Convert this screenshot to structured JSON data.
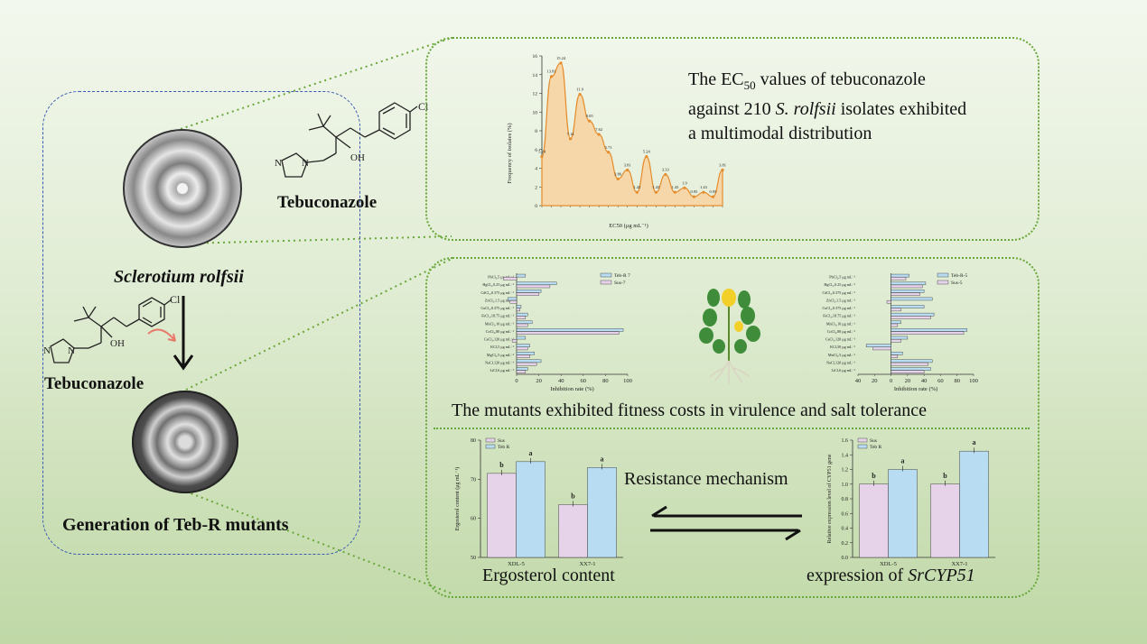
{
  "left": {
    "species": "Sclerotium rolfsii",
    "compound_top": "Tebuconazole",
    "compound_bottom": "Tebuconazole",
    "generation": "Generation of Teb-R mutants",
    "chem_oh": "OH",
    "chem_cl": "Cl",
    "chem_n": "N"
  },
  "panel1": {
    "text_pre": "The EC",
    "text_sub": "50",
    "text_mid": " values of tebuconazole",
    "text_line2_pre": "against 210 ",
    "text_line2_it": "S. rolfsii",
    "text_line2_post": " isolates exhibited",
    "text_line3": "a multimodal distribution",
    "ylabel": "Frequency of isolates (%)",
    "xlabel": "EC50 (μg mL⁻¹)"
  },
  "panel2": {
    "caption": "The mutants exhibited fitness costs in virulence and salt tolerance",
    "left_legend": [
      "Teb-R 7",
      "Sus-7"
    ],
    "right_legend": [
      "Teb-R-5",
      "Sus-5"
    ],
    "xlabel": "Inhibition rate (%)"
  },
  "panel3": {
    "mechanism": "Resistance mechanism",
    "ergo_caption": "Ergosterol content",
    "expr_caption_pre": "expression of ",
    "expr_caption_it": "SrCYP51"
  },
  "chart_data": [
    {
      "type": "area",
      "title": "",
      "xlabel": "EC50 (μg mL⁻¹)",
      "ylabel": "Frequency of isolates (%)",
      "ylim": [
        0,
        16
      ],
      "yticks": [
        0,
        2,
        4,
        6,
        8,
        10,
        12,
        14,
        16
      ],
      "values": [
        5.24,
        13.81,
        15.24,
        7.14,
        11.9,
        9.05,
        7.62,
        5.71,
        2.86,
        3.81,
        1.43,
        5.24,
        1.43,
        3.33,
        1.43,
        1.9,
        0.95,
        1.43,
        0.95,
        3.81
      ],
      "point_labels": [
        "5.24",
        "13.81",
        "15.24",
        "7.14",
        "11.9",
        "9.05",
        "7.62",
        "5.71",
        "2.86",
        "3.81",
        "1.43",
        "5.24",
        "1.43",
        "3.33",
        "1.43",
        "1.9",
        "0.95",
        "1.43",
        "0.95",
        "3.81"
      ],
      "fill": "#f6d7a9",
      "line": "#e58c2c"
    },
    {
      "type": "bar",
      "orientation": "horizontal",
      "xlabel": "Inhibition rate (%)",
      "xlim": [
        0,
        100
      ],
      "xticks": [
        0,
        20,
        40,
        60,
        80,
        100
      ],
      "categories": [
        "LiCl,6 μg mL⁻¹",
        "NaCl,120 μg mL⁻¹",
        "MgCl₂,5 μg mL⁻¹",
        "KCl,5 μg mL⁻¹",
        "CaCl₂,120 μg mL⁻¹",
        "CoCl₂,80 μg mL⁻¹",
        "MnCl₂,10 μg mL⁻¹",
        "FeCl₃,18.75 μg mL⁻¹",
        "CuCl₂,0.375 μg mL⁻¹",
        "ZnCl₂,1.5 μg mL⁻¹",
        "CdCl₂,0.375 μg mL⁻¹",
        "HgCl₂,0.25 μg mL⁻¹",
        "PbCl₂,5 μg mL⁻¹"
      ],
      "series": [
        {
          "name": "Teb-R 7",
          "values": [
            10,
            22,
            16,
            12,
            8,
            96,
            14,
            10,
            4,
            -8,
            22,
            36,
            8
          ]
        },
        {
          "name": "Sus-7",
          "values": [
            8,
            18,
            12,
            10,
            -4,
            92,
            10,
            8,
            3,
            -6,
            20,
            30,
            -12
          ]
        }
      ],
      "colors": [
        "#b8dcf2",
        "#e6d3ea"
      ]
    },
    {
      "type": "bar",
      "orientation": "horizontal",
      "xlabel": "Inhibition rate (%)",
      "xlim": [
        -40,
        100
      ],
      "xticks": [
        40,
        20,
        0,
        20,
        40,
        60,
        80,
        100
      ],
      "categories": [
        "LiCl,6 μg mL⁻¹",
        "NaCl,120 μg mL⁻¹",
        "MnCl₂,5 μg mL⁻¹",
        "KCl,50 μg mL⁻¹",
        "CaCl₂,120 μg mL⁻¹",
        "CoCl₂,80 μg mL⁻¹",
        "MnCl₂,10 μg mL⁻¹",
        "FeCl₃,18.75 μg mL⁻¹",
        "CuCl₂,0.375 μg mL⁻¹",
        "ZnCl₂,1.5 μg mL⁻¹",
        "CdCl₂,0.375 μg mL⁻¹",
        "HgCl₂,0.25 μg mL⁻¹",
        "PbCl₂,5 μg mL⁻¹"
      ],
      "series": [
        {
          "name": "Teb-R-5",
          "values": [
            48,
            50,
            14,
            -30,
            20,
            92,
            12,
            52,
            40,
            50,
            40,
            42,
            22
          ]
        },
        {
          "name": "Sus-5",
          "values": [
            40,
            45,
            8,
            -22,
            12,
            88,
            8,
            48,
            12,
            -5,
            35,
            38,
            18
          ]
        }
      ],
      "colors": [
        "#b8dcf2",
        "#e6d3ea"
      ]
    },
    {
      "type": "bar",
      "ylabel": "Ergosterol content (μg mL⁻¹)",
      "ylim": [
        50,
        80
      ],
      "yticks": [
        50,
        60,
        70,
        80
      ],
      "categories": [
        "XDL-5",
        "XX7-1"
      ],
      "series": [
        {
          "name": "Sus",
          "values": [
            71.5,
            63.5
          ],
          "labels": [
            "b",
            "b"
          ]
        },
        {
          "name": "Teb R",
          "values": [
            74.5,
            73
          ],
          "labels": [
            "a",
            "a"
          ]
        }
      ],
      "colors": [
        "#e6d3ea",
        "#b8dcf2"
      ]
    },
    {
      "type": "bar",
      "ylabel": "Relative expression level of CYP51 gene",
      "ylim": [
        0,
        1.6
      ],
      "yticks": [
        0.0,
        0.2,
        0.4,
        0.6,
        0.8,
        1.0,
        1.2,
        1.4,
        1.6
      ],
      "categories": [
        "XDL-5",
        "XX7-1"
      ],
      "series": [
        {
          "name": "Sus",
          "values": [
            1.0,
            1.0
          ],
          "labels": [
            "b",
            "b"
          ]
        },
        {
          "name": "Teb R",
          "values": [
            1.2,
            1.45
          ],
          "labels": [
            "a",
            "a"
          ]
        }
      ],
      "colors": [
        "#e6d3ea",
        "#b8dcf2"
      ]
    }
  ]
}
